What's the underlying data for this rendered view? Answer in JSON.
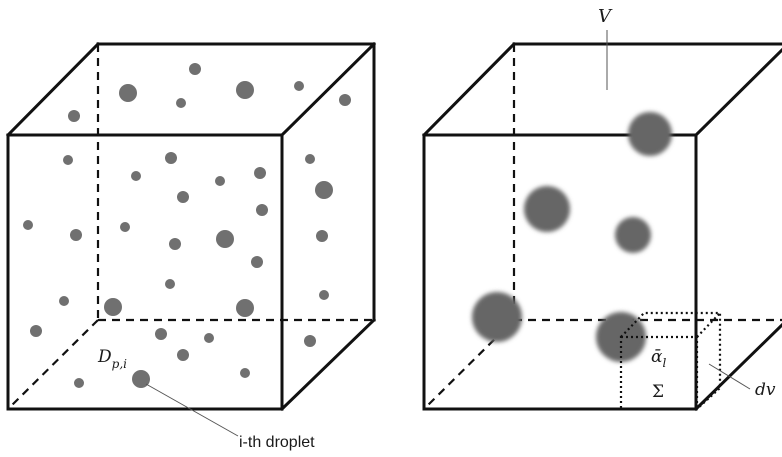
{
  "left_panel": {
    "droplet_label_main": "D",
    "droplet_label_sub": "p,i",
    "droplet_caption": "i-th droplet"
  },
  "right_panel": {
    "volume_label": "V",
    "alpha_label_main": "ᾱ",
    "alpha_label_sub": "l",
    "sigma_label": "Σ",
    "dv_label": "dv"
  },
  "colors": {
    "line": "#111111",
    "droplet": "#707070",
    "blur_droplet": "#666666"
  }
}
